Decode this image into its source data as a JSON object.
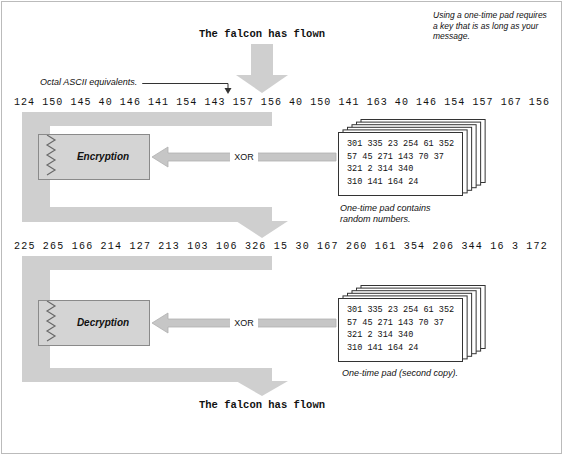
{
  "diagram": {
    "nodes": [
      {
        "text": [
          "Encryption"
        ]
      },
      {
        "text": [
          "301 335 23 254 61 352",
          "57 45 271 143 70 37",
          "321 2 314 340",
          "310 141 164 24"
        ]
      },
      {
        "text": [
          "Decryption"
        ]
      },
      {
        "text": [
          "301 335 23 254 61 352",
          "57 45 271 143 70 37",
          "321 2 314 340",
          "310 141 164 24"
        ]
      }
    ],
    "edges": [
      {
        "from": 1,
        "to": 0,
        "arrow": "to",
        "label": "XOR"
      },
      {
        "from": 3,
        "to": 2,
        "arrow": "to",
        "label": "XOR"
      }
    ],
    "labels": [
      "The falcon has flown",
      "Using a one-time pad requires a key that is as long as your message.",
      "Octal ASCII equivalents.",
      "124 150 145 40 146 141 154 143 157 156 40 150 141 163 40 146 154 157 167 156",
      "One-time pad contains random numbers.",
      "225 265 166 214 127 213 103 106 326 15 30 167 260 161 354 206 344 16 3 172",
      "One-time pad (second copy).",
      "The falcon has flown"
    ]
  }
}
